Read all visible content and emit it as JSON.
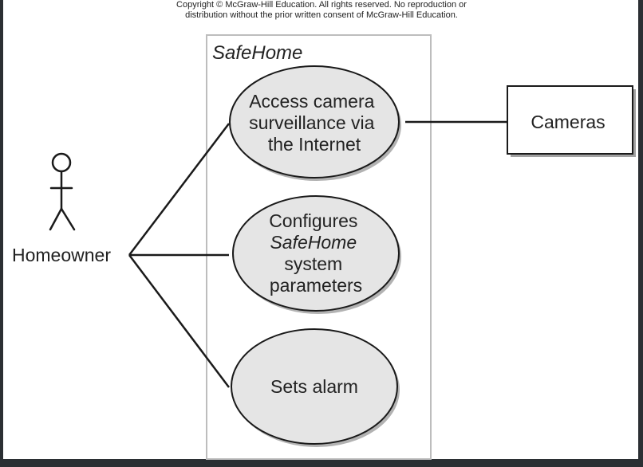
{
  "copyright": {
    "line1": "Copyright © McGraw-Hill Education. All rights reserved. No reproduction or",
    "line2": "distribution without the prior written consent of McGraw-Hill Education."
  },
  "system": {
    "title": "SafeHome"
  },
  "actors": {
    "homeowner": "Homeowner",
    "cameras": "Cameras"
  },
  "use_cases": [
    {
      "lines": [
        "Access camera",
        "surveillance via",
        "the Internet"
      ]
    },
    {
      "lines": [
        "Configures",
        "SafeHome",
        "system",
        "parameters"
      ]
    },
    {
      "lines": [
        "Sets alarm"
      ]
    }
  ]
}
